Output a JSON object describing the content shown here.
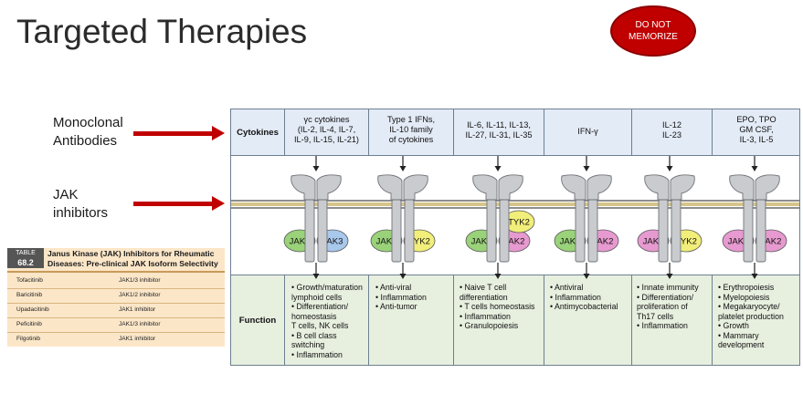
{
  "slide": {
    "title": "Targeted Therapies",
    "badge": {
      "line1": "DO NOT",
      "line2": "MEMORIZE"
    },
    "labels": {
      "mab_line1": "Monoclonal",
      "mab_line2": "Antibodies",
      "jak_line1": "JAK",
      "jak_line2": "inhibitors"
    },
    "colors": {
      "accent_red": "#c00000",
      "cytokine_band": "#e3ebf6",
      "function_band": "#e7efdf"
    }
  },
  "jak_table": {
    "tag_word": "TABLE",
    "tag_number": "68.2",
    "caption_line1": "Janus Kinase (JAK) Inhibitors for Rheumatic",
    "caption_line2": "Diseases: Pre-clinical JAK Isoform Selectivity",
    "rows": [
      {
        "drug": "Tofacitinib",
        "selectivity": "JAK1/3 inhibitor"
      },
      {
        "drug": "Baricitinib",
        "selectivity": "JAK1/2 inhibitor"
      },
      {
        "drug": "Upadacitinib",
        "selectivity": "JAK1 inhibitor"
      },
      {
        "drug": "Peficitinib",
        "selectivity": "JAK1/3 inhibitor"
      },
      {
        "drug": "Filgotinib",
        "selectivity": "JAK1 inhibitor"
      }
    ]
  },
  "figure": {
    "cytokines_header": "Cytokines",
    "function_header": "Function",
    "columns": [
      {
        "cytokines": [
          "γc cytokines",
          "(IL-2, IL-4, IL-7,",
          "IL-9, IL-15, IL-21)"
        ],
        "left_jak": "JAK1",
        "right_jak": "JAK3",
        "extra_jak": "",
        "left_color": "#9ad27a",
        "right_color": "#a8c8ec",
        "functions": [
          "• Growth/maturation",
          "   lymphoid cells",
          "• Differentiation/",
          "   homeostasis",
          "   T cells, NK cells",
          "• B cell class",
          "   switching",
          "• Inflammation"
        ]
      },
      {
        "cytokines": [
          "Type 1 IFNs,",
          "IL-10 family",
          "of cytokines"
        ],
        "left_jak": "JAK1",
        "right_jak": "TYK2",
        "extra_jak": "",
        "left_color": "#9ad27a",
        "right_color": "#f1ee7a",
        "functions": [
          "• Anti-viral",
          "• Inflammation",
          "• Anti-tumor"
        ]
      },
      {
        "cytokines": [
          "IL-6, IL-11, IL-13,",
          "IL-27, IL-31, IL-35"
        ],
        "left_jak": "JAK1",
        "right_jak": "JAK2",
        "extra_jak": "TYK2",
        "left_color": "#9ad27a",
        "right_color": "#e79ad0",
        "functions": [
          "• Naive T cell",
          "   differentiation",
          "• T cells homeostasis",
          "• Inflammation",
          "• Granulopoiesis"
        ]
      },
      {
        "cytokines": [
          "IFN-γ"
        ],
        "left_jak": "JAK1",
        "right_jak": "JAK2",
        "extra_jak": "",
        "left_color": "#9ad27a",
        "right_color": "#e79ad0",
        "functions": [
          "• Antiviral",
          "• Inflammation",
          "• Antimycobacterial"
        ]
      },
      {
        "cytokines": [
          "IL-12",
          "IL-23"
        ],
        "left_jak": "JAK2",
        "right_jak": "TYK2",
        "extra_jak": "",
        "left_color": "#e79ad0",
        "right_color": "#f1ee7a",
        "functions": [
          "• Innate immunity",
          "• Differentiation/",
          "   proliferation of",
          "   Th17 cells",
          "• Inflammation"
        ]
      },
      {
        "cytokines": [
          "EPO, TPO",
          "GM CSF,",
          "IL-3, IL-5"
        ],
        "left_jak": "JAK2",
        "right_jak": "JAK2",
        "extra_jak": "",
        "left_color": "#e79ad0",
        "right_color": "#e79ad0",
        "functions": [
          "• Erythropoiesis",
          "• Myelopoiesis",
          "• Megakaryocyte/",
          "   platelet production",
          "• Growth",
          "• Mammary",
          "   development"
        ]
      }
    ]
  }
}
